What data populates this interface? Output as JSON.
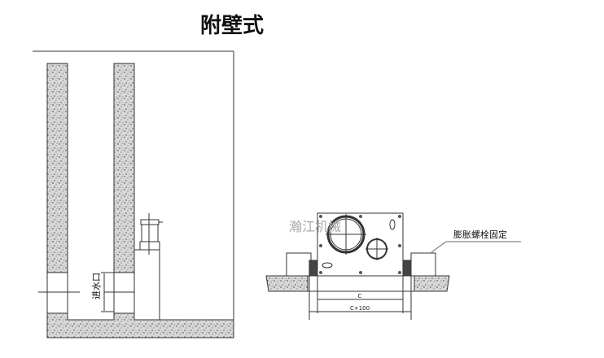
{
  "title": "附壁式",
  "left_drawing": {
    "inlet_label": "进水口"
  },
  "right_drawing": {
    "watermark": "瀚江机械",
    "bolt_label": "膨胀螺栓固定",
    "dim_inner": "C",
    "dim_outer": "C+100"
  },
  "colors": {
    "line": "#333333",
    "stipple_bg": "#dcdcdc",
    "watermark": "#a8a8a8"
  }
}
